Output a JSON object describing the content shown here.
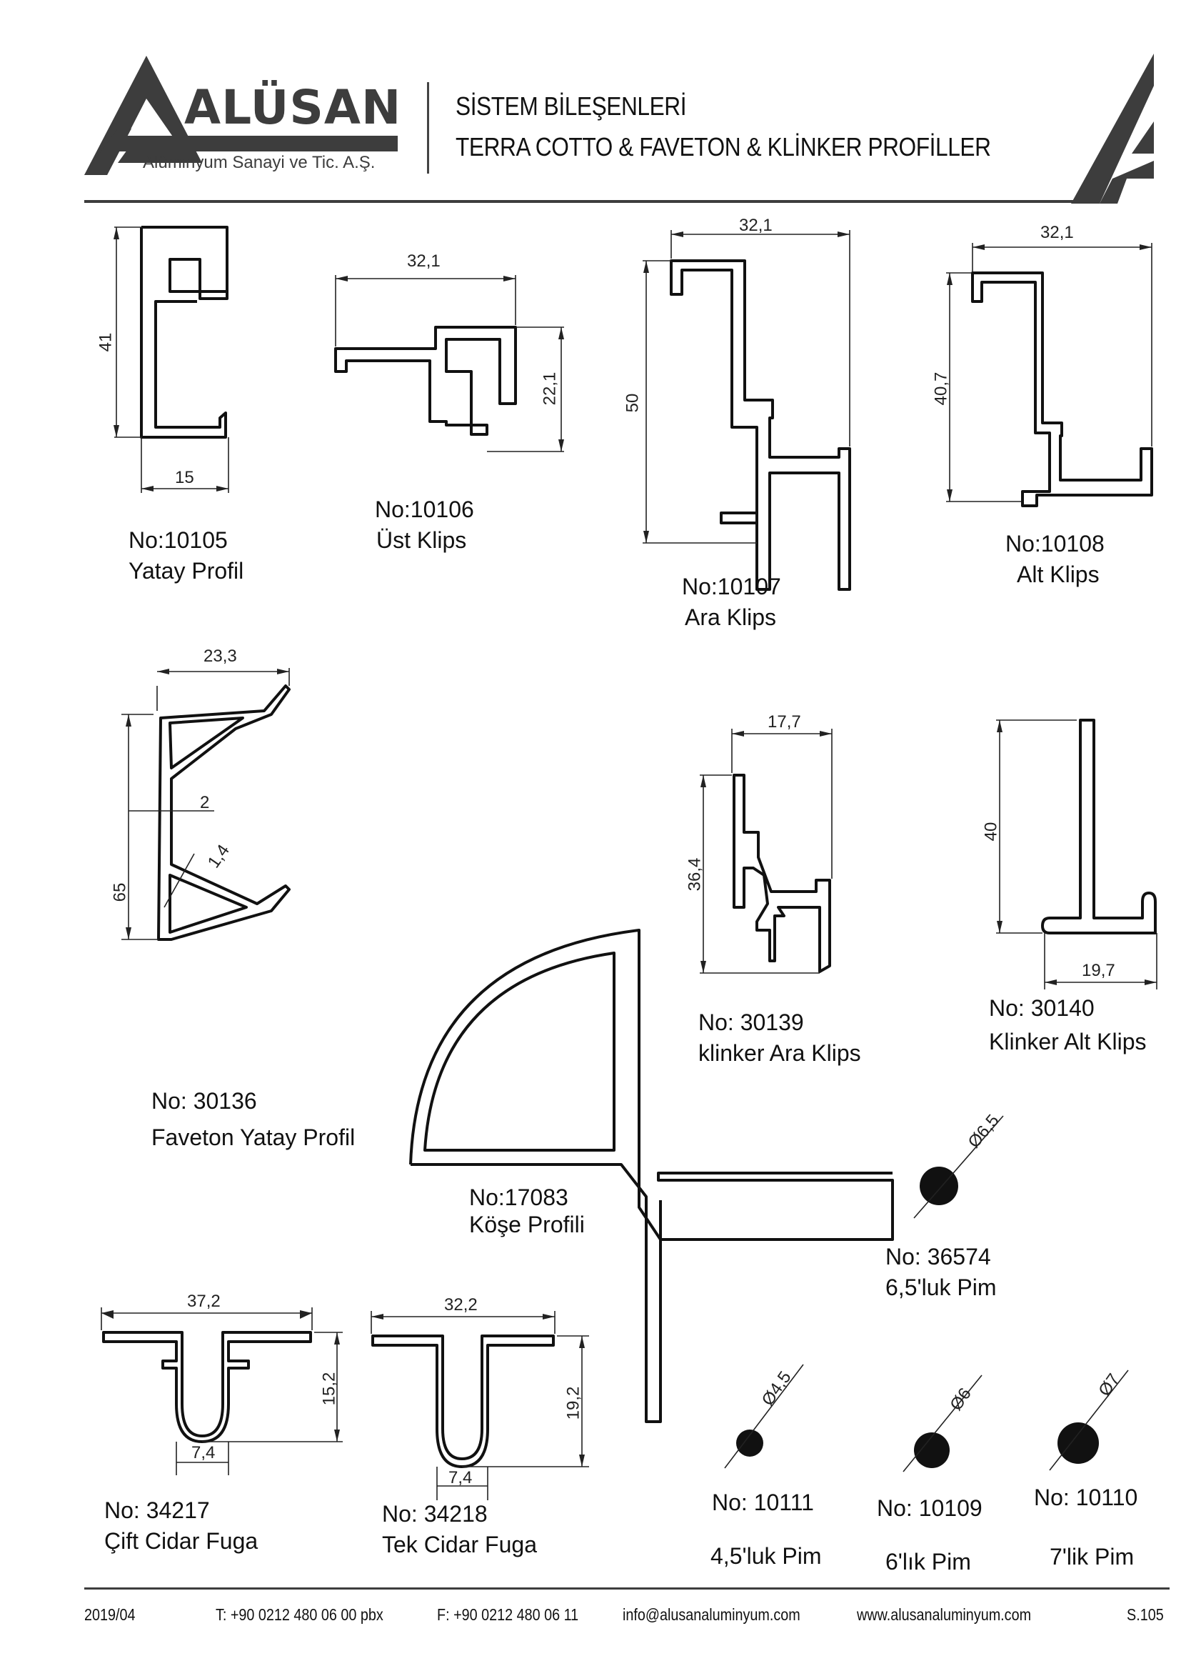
{
  "header": {
    "brand": "ALÜSAN",
    "brand_sub": "Alüminyum Sanayi ve Tic. A.Ş.",
    "title_line1": "SİSTEM BİLEŞENLERİ",
    "title_line2": "TERRA COTTO & FAVETON & KLİNKER PROFİLLER",
    "logo_icon": "alusan-triangle-logo-icon",
    "brand_color": "#3d3d3d"
  },
  "profiles": [
    {
      "no": "No:10105",
      "name": "Yatay Profil",
      "dims": [
        "41",
        "15"
      ]
    },
    {
      "no": "No:10106",
      "name": "Üst Klips",
      "dims": [
        "32,1",
        "22,1"
      ]
    },
    {
      "no": "No:10107",
      "name": "Ara Klips",
      "dims": [
        "32,1",
        "50"
      ]
    },
    {
      "no": "No:10108",
      "name": "Alt Klips",
      "dims": [
        "32,1",
        "40,7"
      ]
    },
    {
      "no": "No: 30136",
      "name": "Faveton Yatay Profil",
      "dims": [
        "23,3",
        "65",
        "2",
        "1,4"
      ]
    },
    {
      "no": "No: 30139",
      "name": "klinker Ara Klips",
      "dims": [
        "17,7",
        "36,4"
      ]
    },
    {
      "no": "No: 30140",
      "name": "Klinker Alt Klips",
      "dims": [
        "40",
        "19,7"
      ]
    },
    {
      "no": "No:17083",
      "name": "Köşe Profili",
      "dims": []
    },
    {
      "no": "No: 36574",
      "name": "6,5'luk Pim",
      "dims": [
        "Ø6,5"
      ]
    },
    {
      "no": "No: 34217",
      "name": "Çift Cidar Fuga",
      "dims": [
        "37,2",
        "15,2",
        "7,4"
      ]
    },
    {
      "no": "No: 34218",
      "name": "Tek Cidar Fuga",
      "dims": [
        "32,2",
        "19,2",
        "7,4"
      ]
    },
    {
      "no": "No: 10111",
      "name": "4,5'luk Pim",
      "dims": [
        "Ø4,5"
      ]
    },
    {
      "no": "No: 10109",
      "name": "6'lık Pim",
      "dims": [
        "Ø6"
      ]
    },
    {
      "no": "No: 10110",
      "name": "7'lik Pim",
      "dims": [
        "Ø7"
      ]
    }
  ],
  "footer": {
    "date": "2019/04",
    "phone": "T: +90 0212 480 06 00 pbx",
    "fax": "F: +90 0212 480 06 11",
    "email": "info@alusanaluminyum.com",
    "website": "www.alusanaluminyum.com",
    "page": "S.105"
  }
}
